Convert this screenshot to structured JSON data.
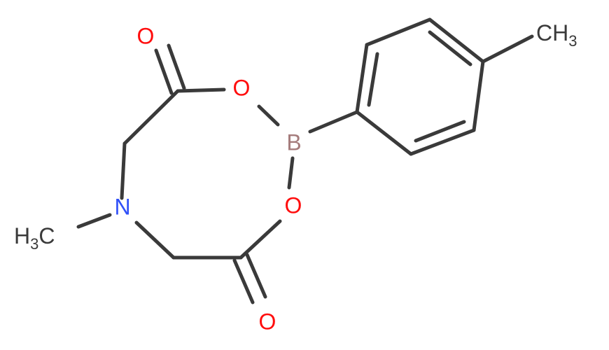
{
  "colors": {
    "bond": "#3a3a3a",
    "carbon_label": "#3a3a3a",
    "oxygen": "#ff0d0d",
    "nitrogen": "#3050f8",
    "boron": "#a57c7c"
  },
  "atoms": {
    "o_top": "O",
    "o_ring_top": "O",
    "boron": "B",
    "o_ring_bottom": "O",
    "o_bottom": "O",
    "nitrogen": "N",
    "methyl_left": {
      "base": "H",
      "sub": "3",
      "tail": "C"
    },
    "methyl_right": {
      "base": "CH",
      "sub": "3"
    }
  }
}
